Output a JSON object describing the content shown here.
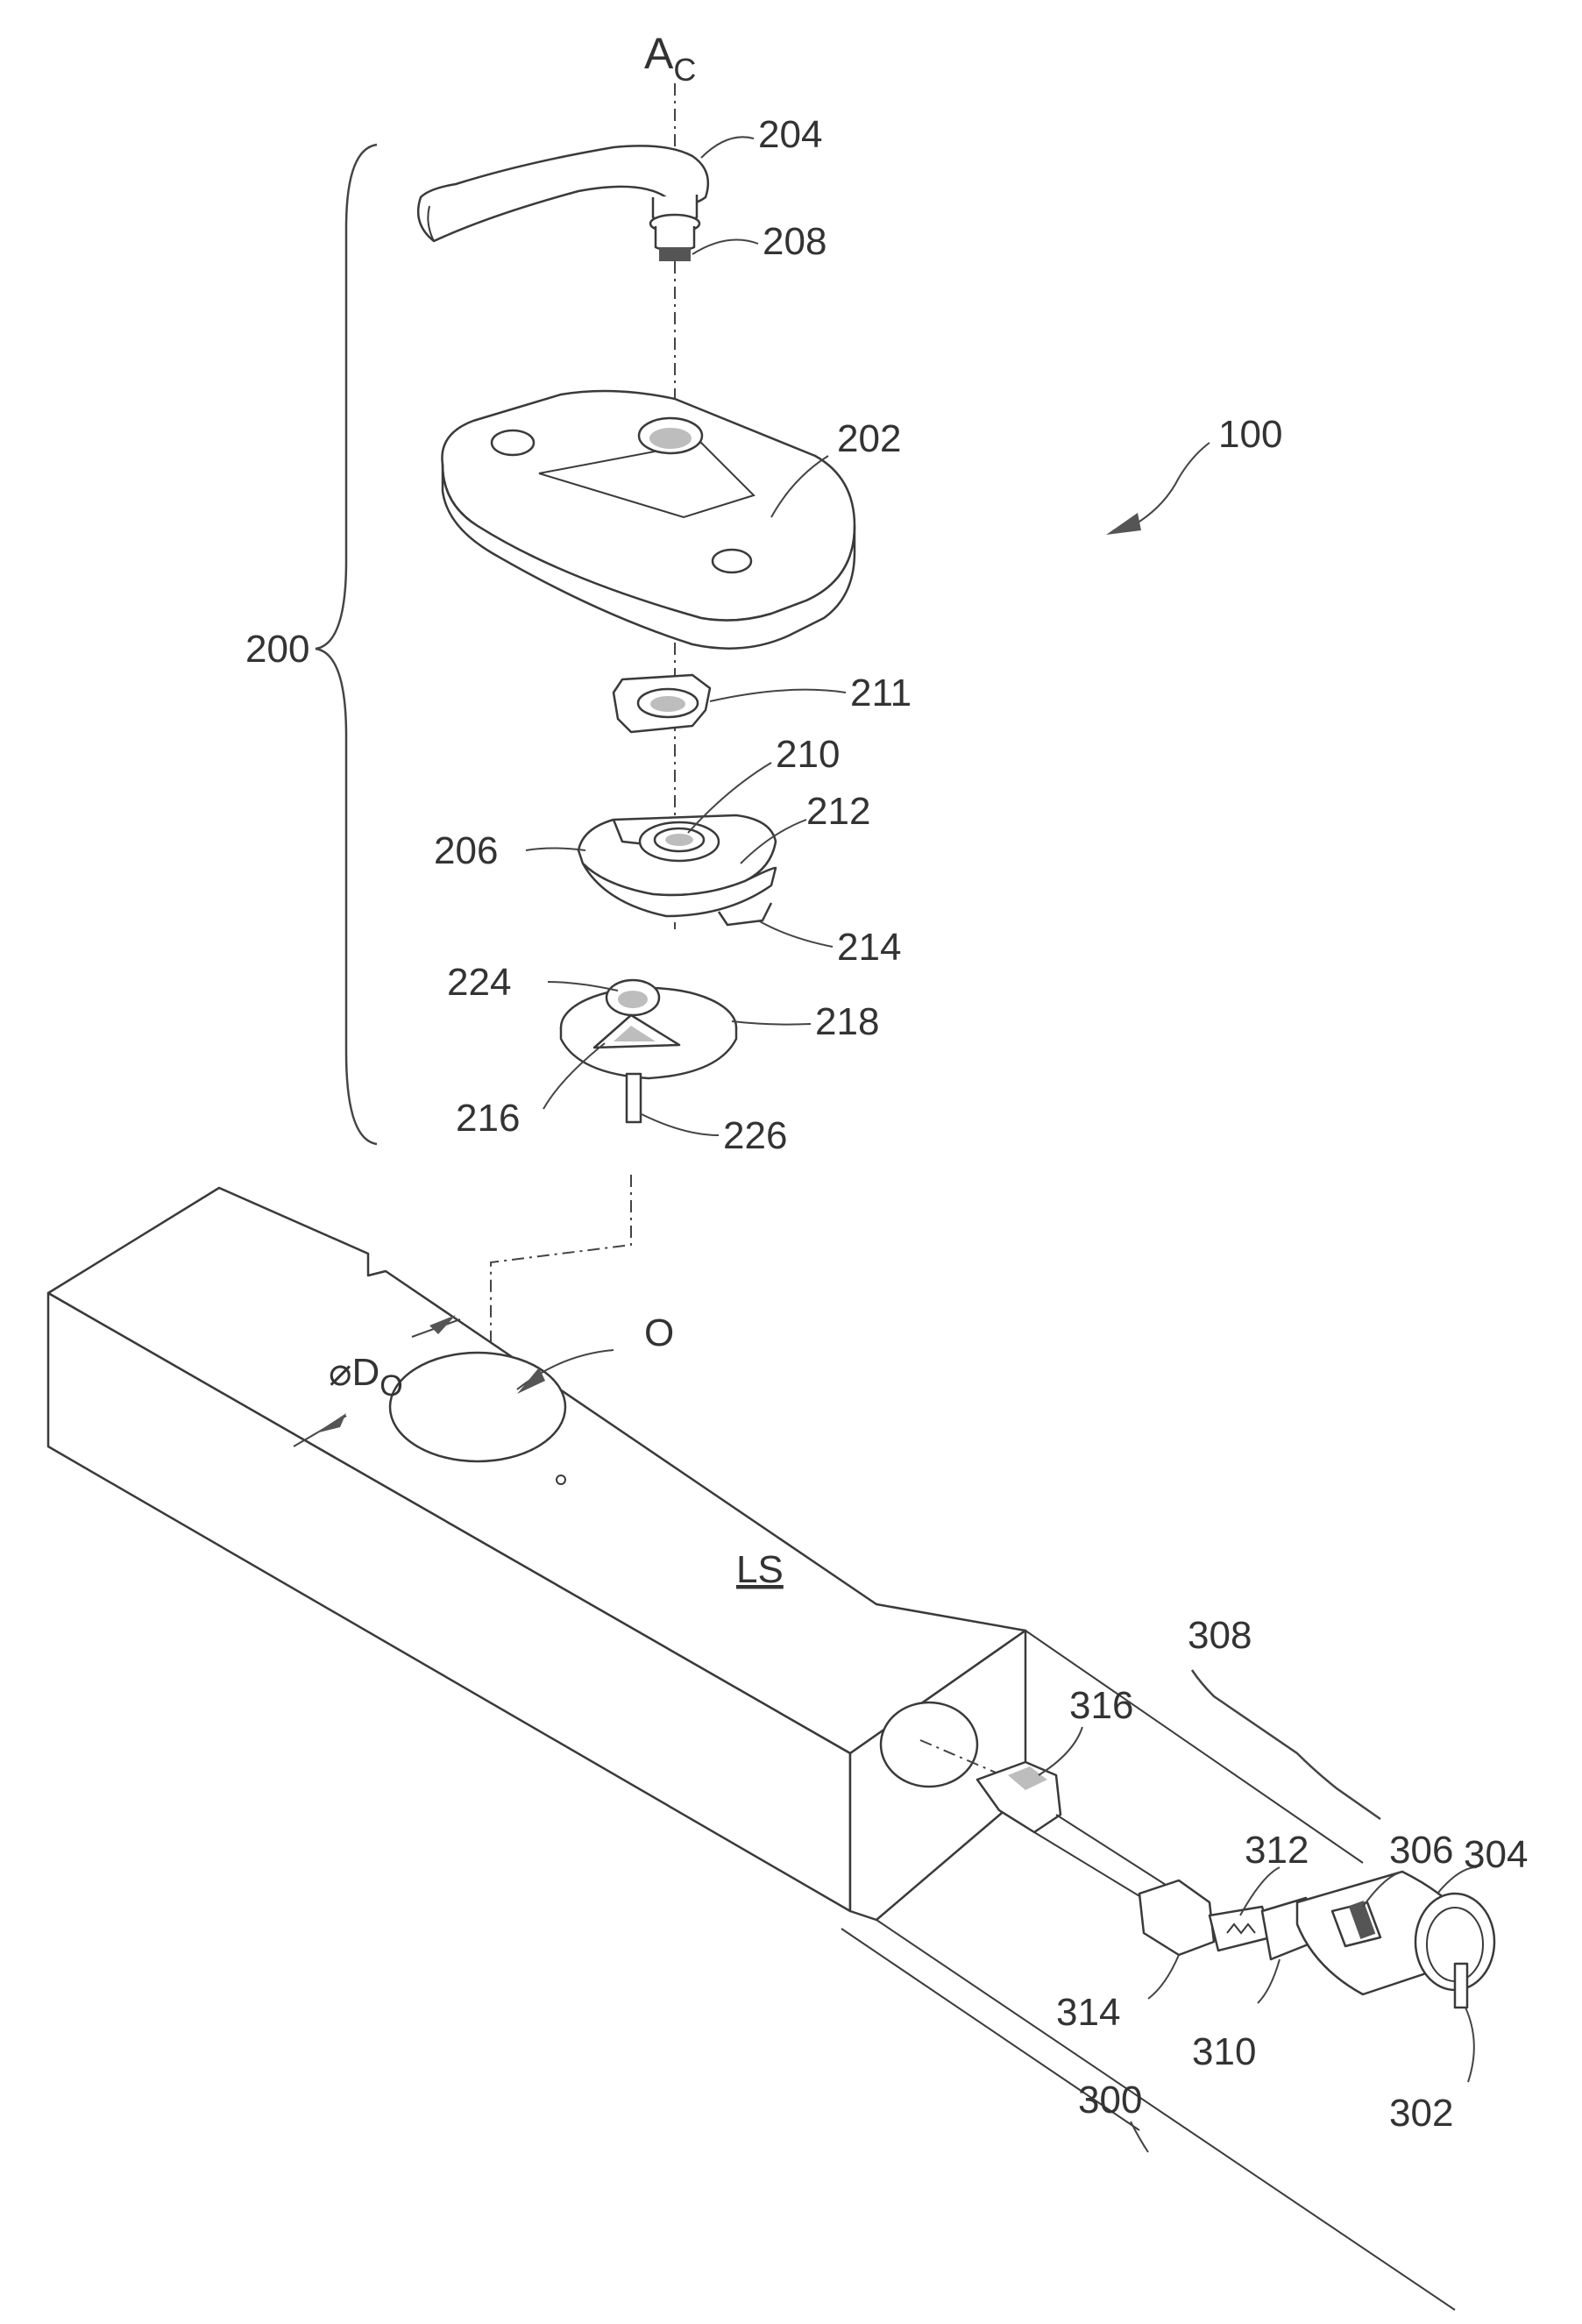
{
  "figure": {
    "labels": {
      "axis": "A",
      "axis_sub": "C",
      "l100": "100",
      "l200": "200",
      "l202": "202",
      "l204": "204",
      "l206": "206",
      "l208": "208",
      "l210": "210",
      "l211": "211",
      "l212": "212",
      "l214": "214",
      "l216": "216",
      "l218": "218",
      "l224": "224",
      "l226": "226",
      "l300": "300",
      "l302": "302",
      "l304": "304",
      "l306": "306",
      "l308": "308",
      "l310": "310",
      "l312": "312",
      "l314": "314",
      "l316": "316",
      "opening": "O",
      "diameter": "D",
      "diameter_sub": "O",
      "diameter_symbol": "⌀",
      "surface": "LS"
    }
  }
}
